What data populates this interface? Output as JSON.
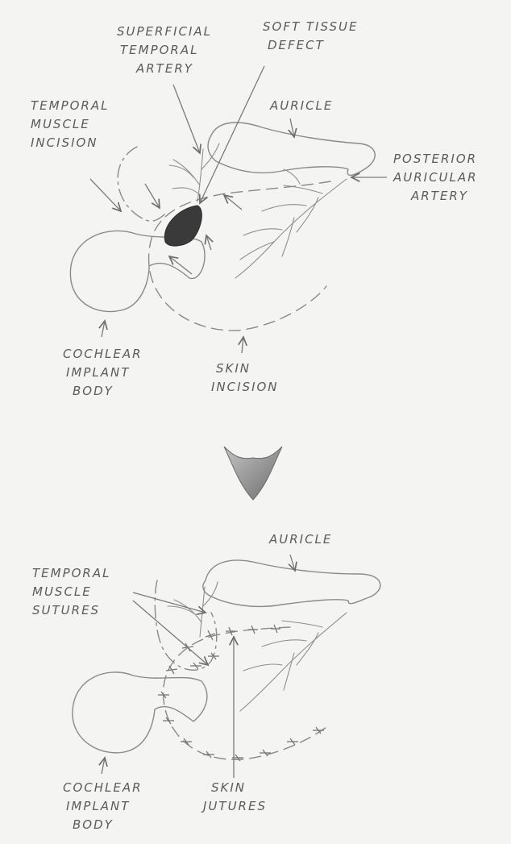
{
  "top_panel": {
    "labels": {
      "superficial_temporal_artery": [
        "SUPERFICIAL",
        "TEMPORAL",
        "ARTERY"
      ],
      "soft_tissue_defect": [
        "SOFT TISSUE",
        "DEFECT"
      ],
      "temporal_muscle_incision": [
        "TEMPORAL",
        "MUSCLE",
        "INCISION"
      ],
      "auricle": "AURICLE",
      "posterior_auricular_artery": [
        "POSTERIOR",
        "AURICULAR",
        "ARTERY"
      ],
      "cochlear_implant_body": [
        "COCHLEAR",
        "IMPLANT",
        "BODY"
      ],
      "skin_incision": [
        "SKIN",
        "INCISION"
      ]
    }
  },
  "bottom_panel": {
    "labels": {
      "auricle": "AURICLE",
      "temporal_muscle_sutures": [
        "TEMPORAL",
        "MUSCLE",
        "SUTURES"
      ],
      "cochlear_implant_body": [
        "COCHLEAR",
        "IMPLANT",
        "BODY"
      ],
      "skin_sutures": [
        "SKIN",
        "JUTURES"
      ]
    }
  },
  "colors": {
    "pencil": "#8a8a8a",
    "defect_fill": "#3a3a3a",
    "arrow_fill": "#8c8c8c"
  }
}
